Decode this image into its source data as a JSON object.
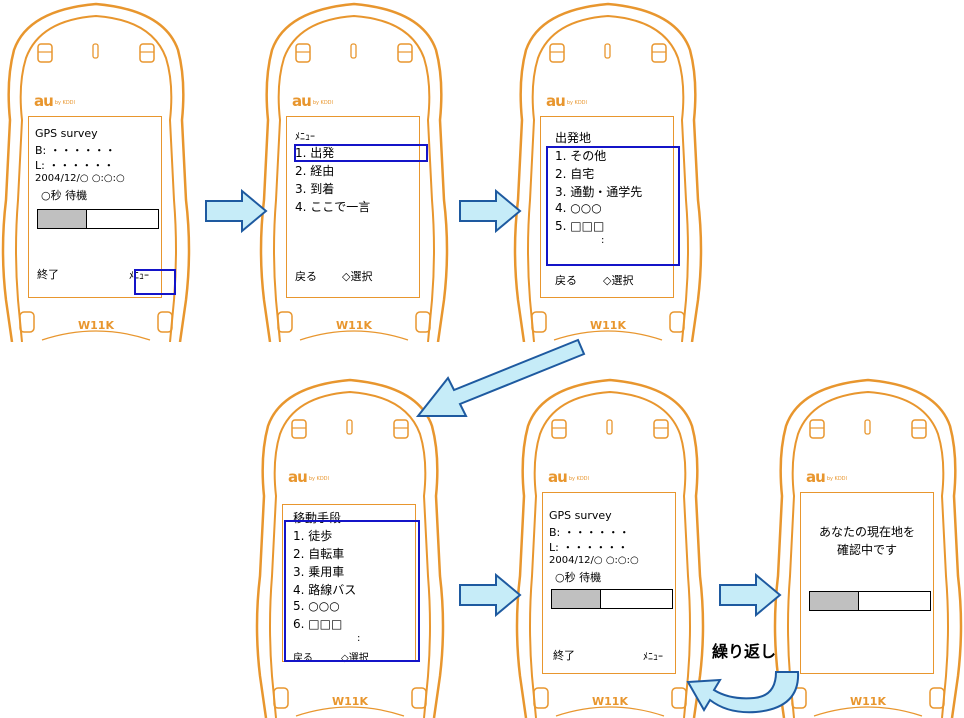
{
  "phone_brand": "au",
  "phone_brand_sub": "by KDDI",
  "phone_model": "W11K",
  "screen_standby": {
    "title": "GPS survey",
    "b_line": "B: ・・・・・・",
    "l_line": "L: ・・・・・・",
    "datetime": "2004/12/○ ○:○:○",
    "status": "○秒 待機",
    "progress": 0.4,
    "soft_left": "終了",
    "soft_right": "ﾒﾆｭｰ"
  },
  "screen_menu": {
    "title": "ﾒﾆｭｰ",
    "items": [
      "1. 出発",
      "2. 経由",
      "3. 到着",
      "4. ここで一言"
    ],
    "soft_left": "戻る",
    "soft_right": "◇選択"
  },
  "screen_departure": {
    "title": "出発地",
    "items": [
      "1. その他",
      "2. 自宅",
      "3. 通勤・通学先",
      "4. ○○○",
      "5. □□□"
    ],
    "ellipsis": ":",
    "soft_left": "戻る",
    "soft_right": "◇選択"
  },
  "screen_transport": {
    "title": "移動手段",
    "items": [
      "1. 徒歩",
      "2. 自転車",
      "3. 乗用車",
      "4. 路線バス",
      "5. ○○○",
      "6. □□□"
    ],
    "ellipsis": ":",
    "soft_left": "戻る",
    "soft_right": "◇選択"
  },
  "screen_locating": {
    "line1": "あなたの現在地を",
    "line2": "確認中です",
    "progress": 0.4
  },
  "repeat_label": "繰り返し",
  "colors": {
    "phone_outline": "#e8962e",
    "highlight": "#1414c8",
    "arrow_fill": "#c6ecf8",
    "arrow_stroke": "#1e5aa0",
    "progress_fill": "#c0c0c0"
  }
}
